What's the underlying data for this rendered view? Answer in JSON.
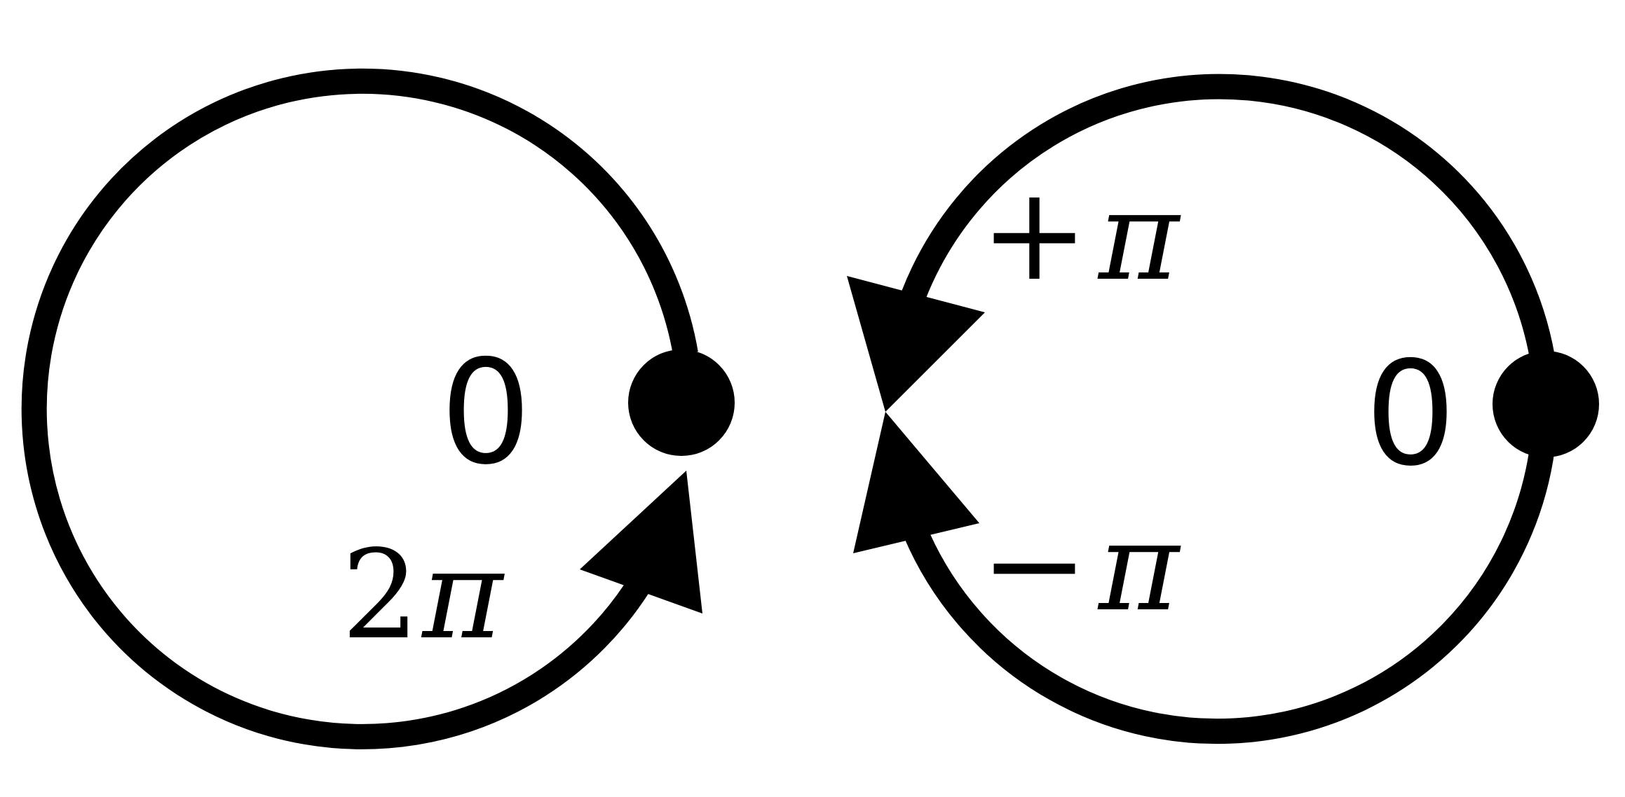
{
  "colors": {
    "ink": "#000000",
    "background": "#ffffff"
  },
  "left_loop": {
    "center_label": "0",
    "phase_coefficient": "2",
    "phase_symbol": "π"
  },
  "right_loop": {
    "center_label": "0",
    "upper_sign": "+",
    "upper_symbol": "π",
    "lower_sign": "−",
    "lower_symbol": "π"
  }
}
